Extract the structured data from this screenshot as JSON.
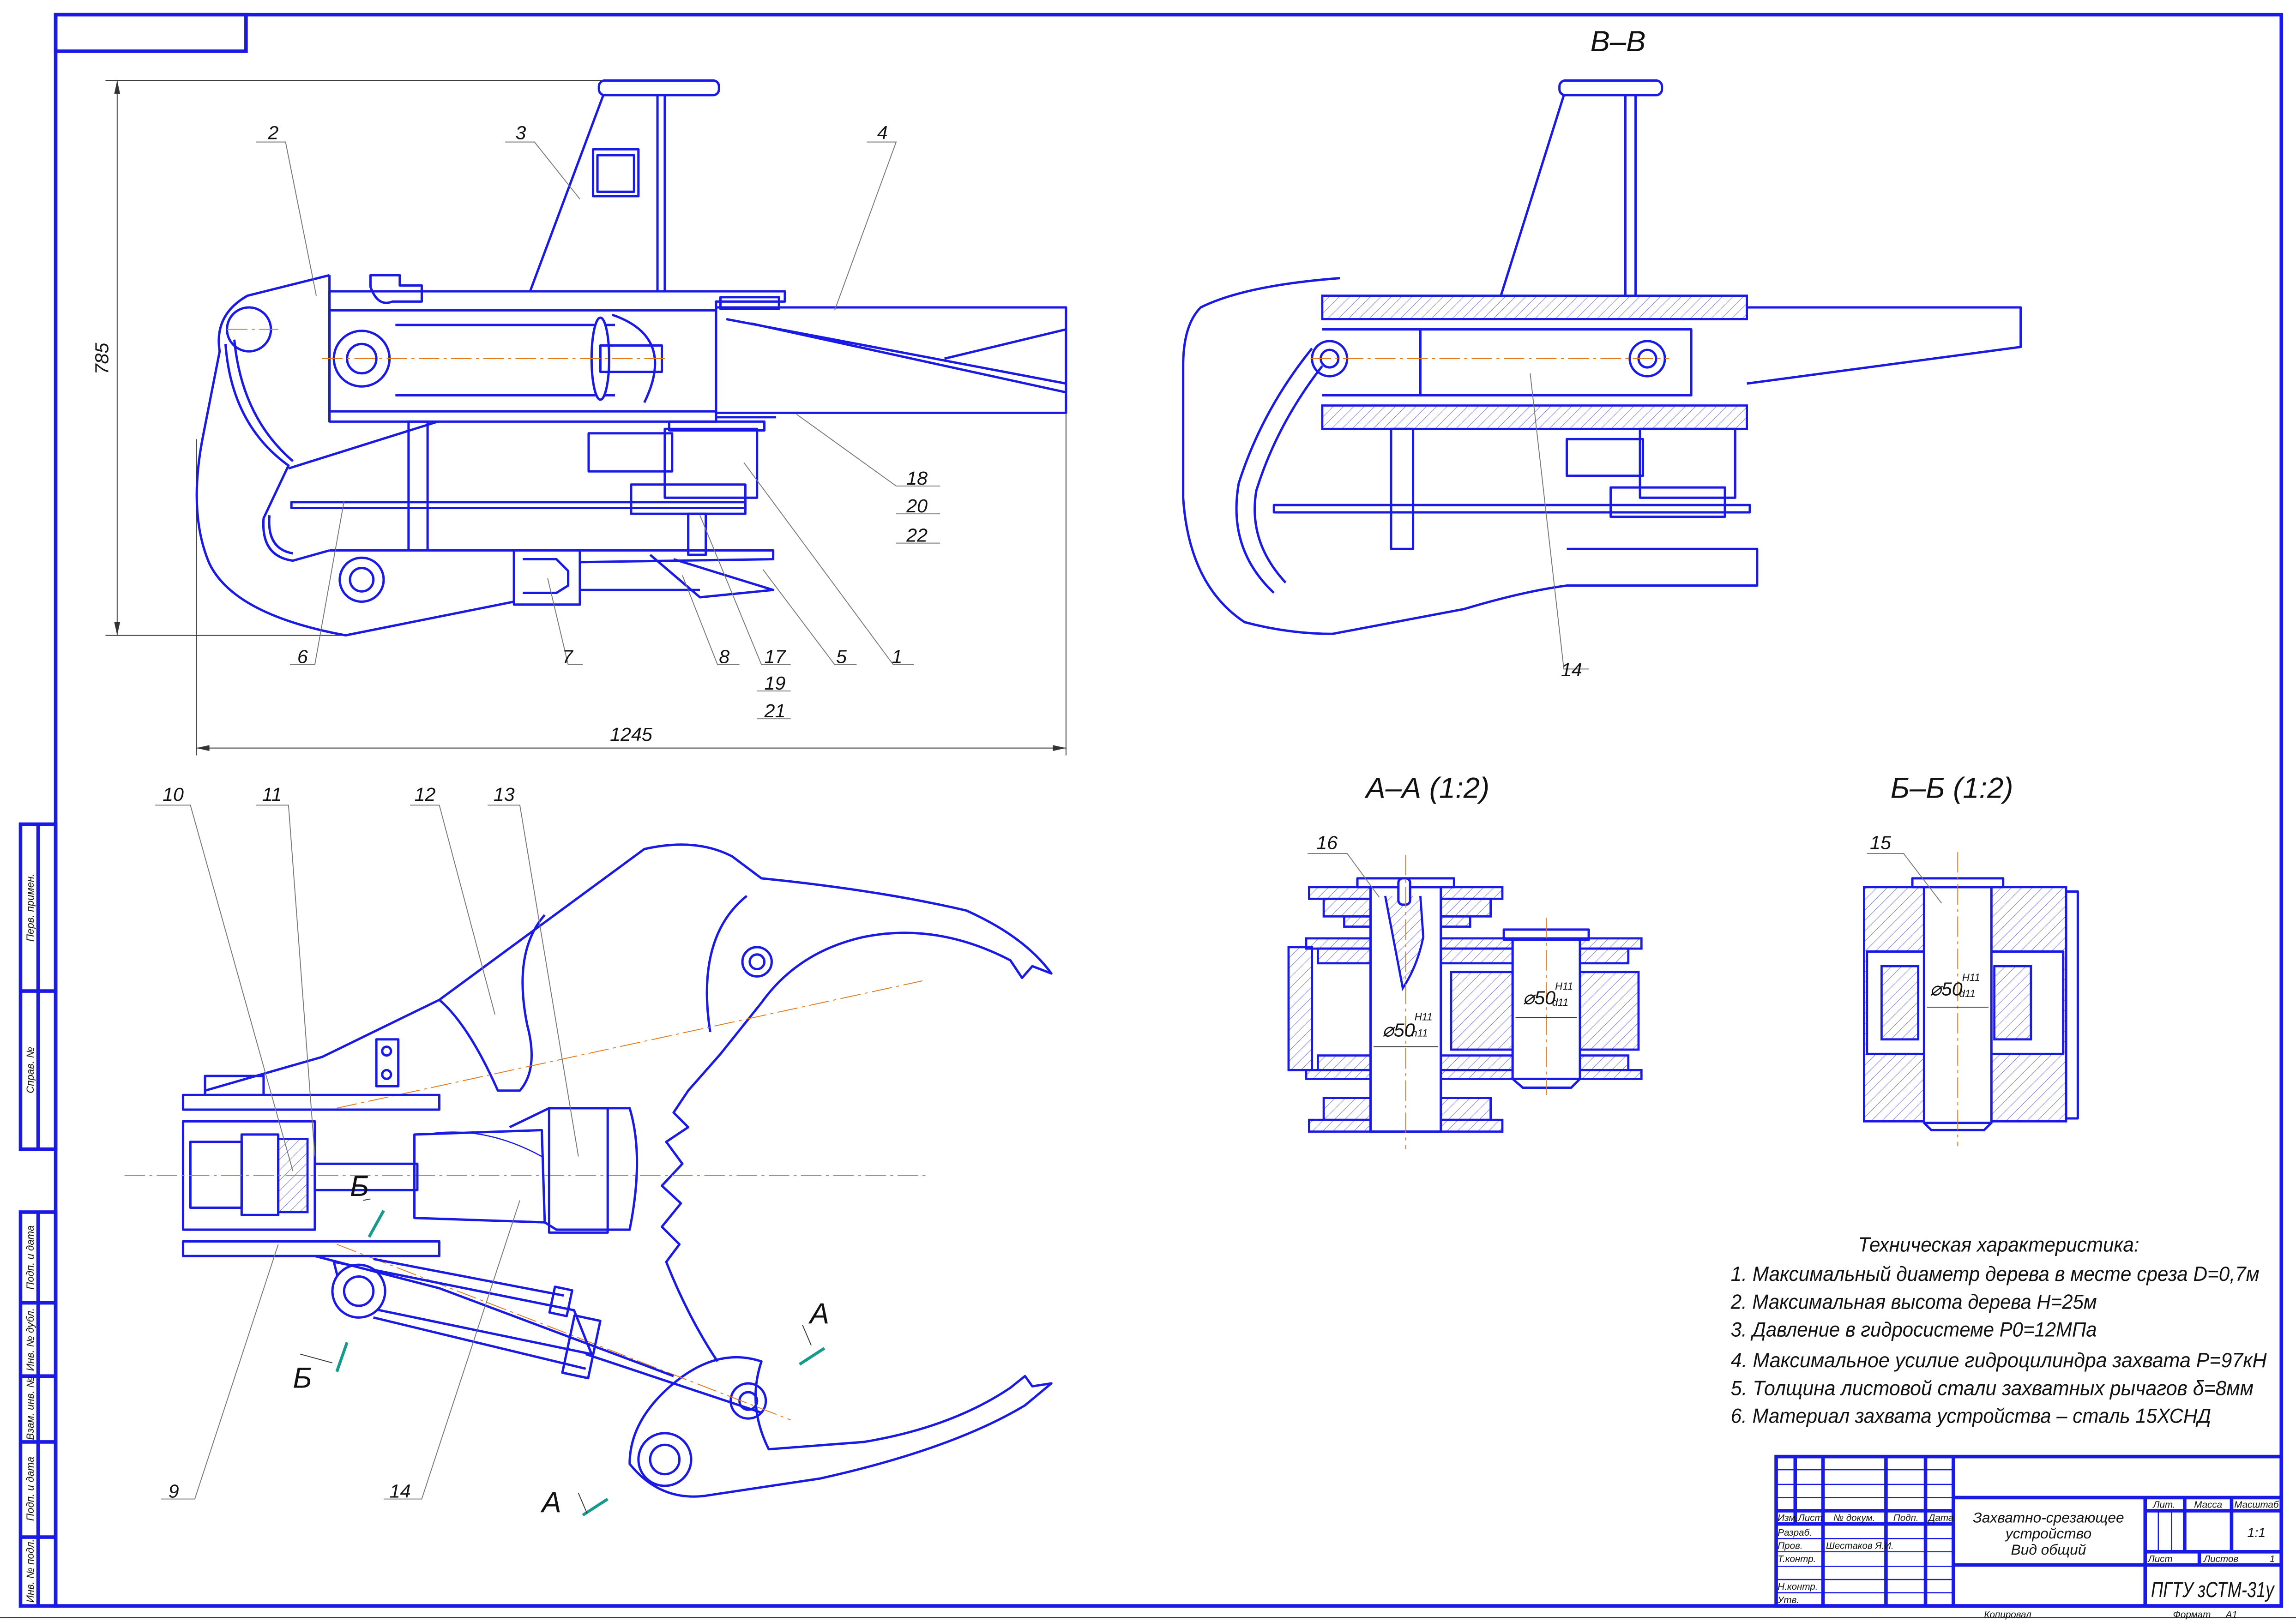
{
  "stamps": {
    "left_strip": [
      "Перв. примен.",
      "Справ. №",
      "Подп. и дата",
      "Инв. № дубл.",
      "Взам. инв. №",
      "Подп. и дата",
      "Инв. № подл."
    ]
  },
  "views": {
    "side": {
      "dim_height": "785",
      "dim_width": "1245",
      "callouts": [
        "2",
        "3",
        "4",
        "18",
        "20",
        "22",
        "6",
        "7",
        "8",
        "17",
        "19",
        "21",
        "5",
        "1"
      ]
    },
    "section_vv": {
      "title": "В–В",
      "callouts": [
        "14"
      ]
    },
    "plan": {
      "callouts": [
        "10",
        "11",
        "12",
        "13",
        "9",
        "14"
      ],
      "section_marks": [
        "Б",
        "Б",
        "А",
        "А"
      ]
    },
    "section_aa": {
      "title": "А–А (1:2)",
      "callout": "16",
      "fit_left": {
        "nominal": "⌀50",
        "upper": "H11",
        "lower": "h11"
      },
      "fit_right": {
        "nominal": "⌀50",
        "upper": "H11",
        "lower": "d11"
      }
    },
    "section_bb": {
      "title": "Б–Б (1:2)",
      "callout": "15",
      "fit": {
        "nominal": "⌀50",
        "upper": "H11",
        "lower": "d11"
      }
    }
  },
  "specs": {
    "heading": "Техническая характеристика:",
    "items": [
      "1. Максимальный диаметр дерева в месте среза D=0,7м",
      "2. Максимальная высота дерева H=25м",
      "3. Давление в гидросистеме P0=12МПа",
      "4. Максимальное усилие гидроцилиндра захвата P=97кН",
      "5. Толщина листовой стали захватных рычагов δ=8мм",
      "6. Материал захвата устройства – сталь 15ХСНД"
    ]
  },
  "title_block": {
    "headers": {
      "izm": "Изм.",
      "list": "Лист",
      "doc": "№ докум.",
      "sign": "Подп.",
      "date": "Дата"
    },
    "roles": {
      "razrab": "Разраб.",
      "prov": "Пров.",
      "tkontr": "Т.контр.",
      "nkontr": "Н.контр.",
      "utv": "Утв."
    },
    "checker_name": "Шестаков Я.И.",
    "title_lines": [
      "Захватно-срезающее",
      "устройство",
      "Вид общий"
    ],
    "lit_label": "Лит.",
    "mass_label": "Масса",
    "scale_label": "Масштаб",
    "scale_value": "1:1",
    "sheet_label": "Лист",
    "sheets_label": "Листов",
    "sheets_value": "1",
    "org_code": "ПГТУ зСТМ-31у",
    "copied_label": "Копировал",
    "format_label": "Формат",
    "format_value": "А1"
  }
}
